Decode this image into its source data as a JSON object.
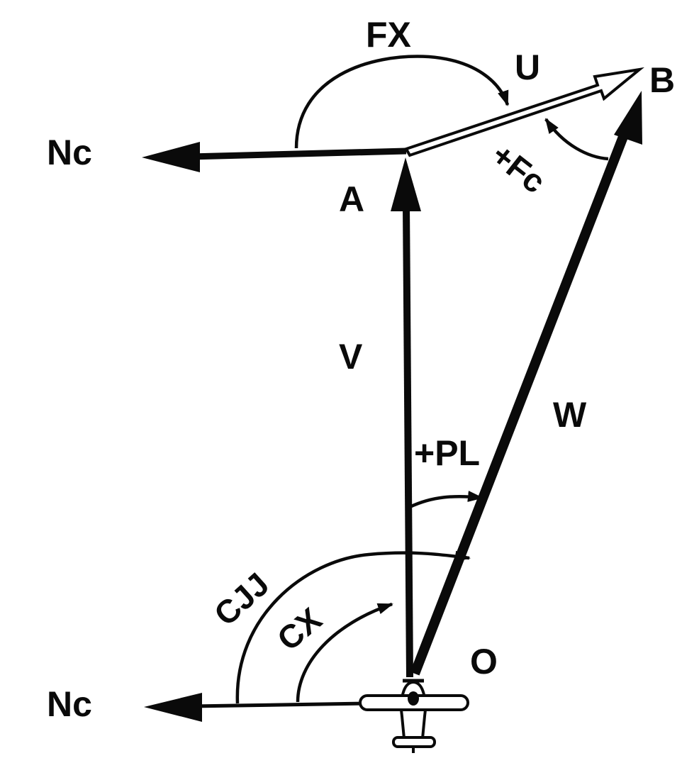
{
  "labels": {
    "fx": "FX",
    "u": "U",
    "b": "B",
    "nc_top": "Nc",
    "a": "A",
    "fc": "+Fc",
    "v": "V",
    "w": "W",
    "pl": "+PL",
    "cjj": "CJJ",
    "cx": "CX",
    "o": "O",
    "nc_bottom": "Nc"
  },
  "colors": {
    "ink": "#0a0a0a",
    "background": "#ffffff"
  },
  "icons": {
    "aircraft": "airplane-top-view-icon"
  }
}
